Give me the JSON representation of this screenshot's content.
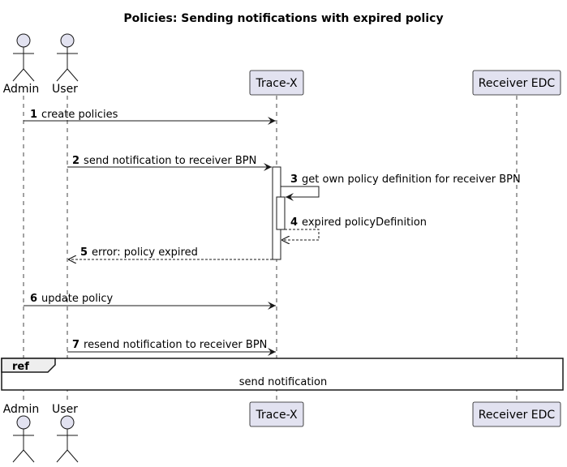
{
  "title": "Policies: Sending notifications with expired policy",
  "participants": [
    {
      "id": "admin",
      "name": "Admin",
      "kind": "actor"
    },
    {
      "id": "user",
      "name": "User",
      "kind": "actor"
    },
    {
      "id": "tracex",
      "name": "Trace-X",
      "kind": "participant"
    },
    {
      "id": "edc",
      "name": "Receiver EDC",
      "kind": "participant"
    }
  ],
  "messages": [
    {
      "num": "1",
      "text": "create policies",
      "from": "admin",
      "to": "tracex",
      "style": "solid"
    },
    {
      "num": "2",
      "text": "send notification to receiver BPN",
      "from": "user",
      "to": "tracex",
      "style": "solid"
    },
    {
      "num": "3",
      "text": "get own policy definition for receiver BPN",
      "from": "tracex",
      "to": "tracex",
      "style": "solid"
    },
    {
      "num": "4",
      "text": "expired policyDefinition",
      "from": "tracex",
      "to": "tracex",
      "style": "dashed"
    },
    {
      "num": "5",
      "text": "error: policy expired",
      "from": "tracex",
      "to": "user",
      "style": "dashed"
    },
    {
      "num": "6",
      "text": "update policy",
      "from": "admin",
      "to": "tracex",
      "style": "solid"
    },
    {
      "num": "7",
      "text": "resend notification to receiver BPN",
      "from": "user",
      "to": "tracex",
      "style": "solid"
    }
  ],
  "ref": {
    "tag": "ref",
    "text": "send notification"
  },
  "colors": {
    "participant_fill": "#e2e2f0",
    "participant_border": "#181818",
    "lifeline": "#181818",
    "arrow": "#181818"
  }
}
